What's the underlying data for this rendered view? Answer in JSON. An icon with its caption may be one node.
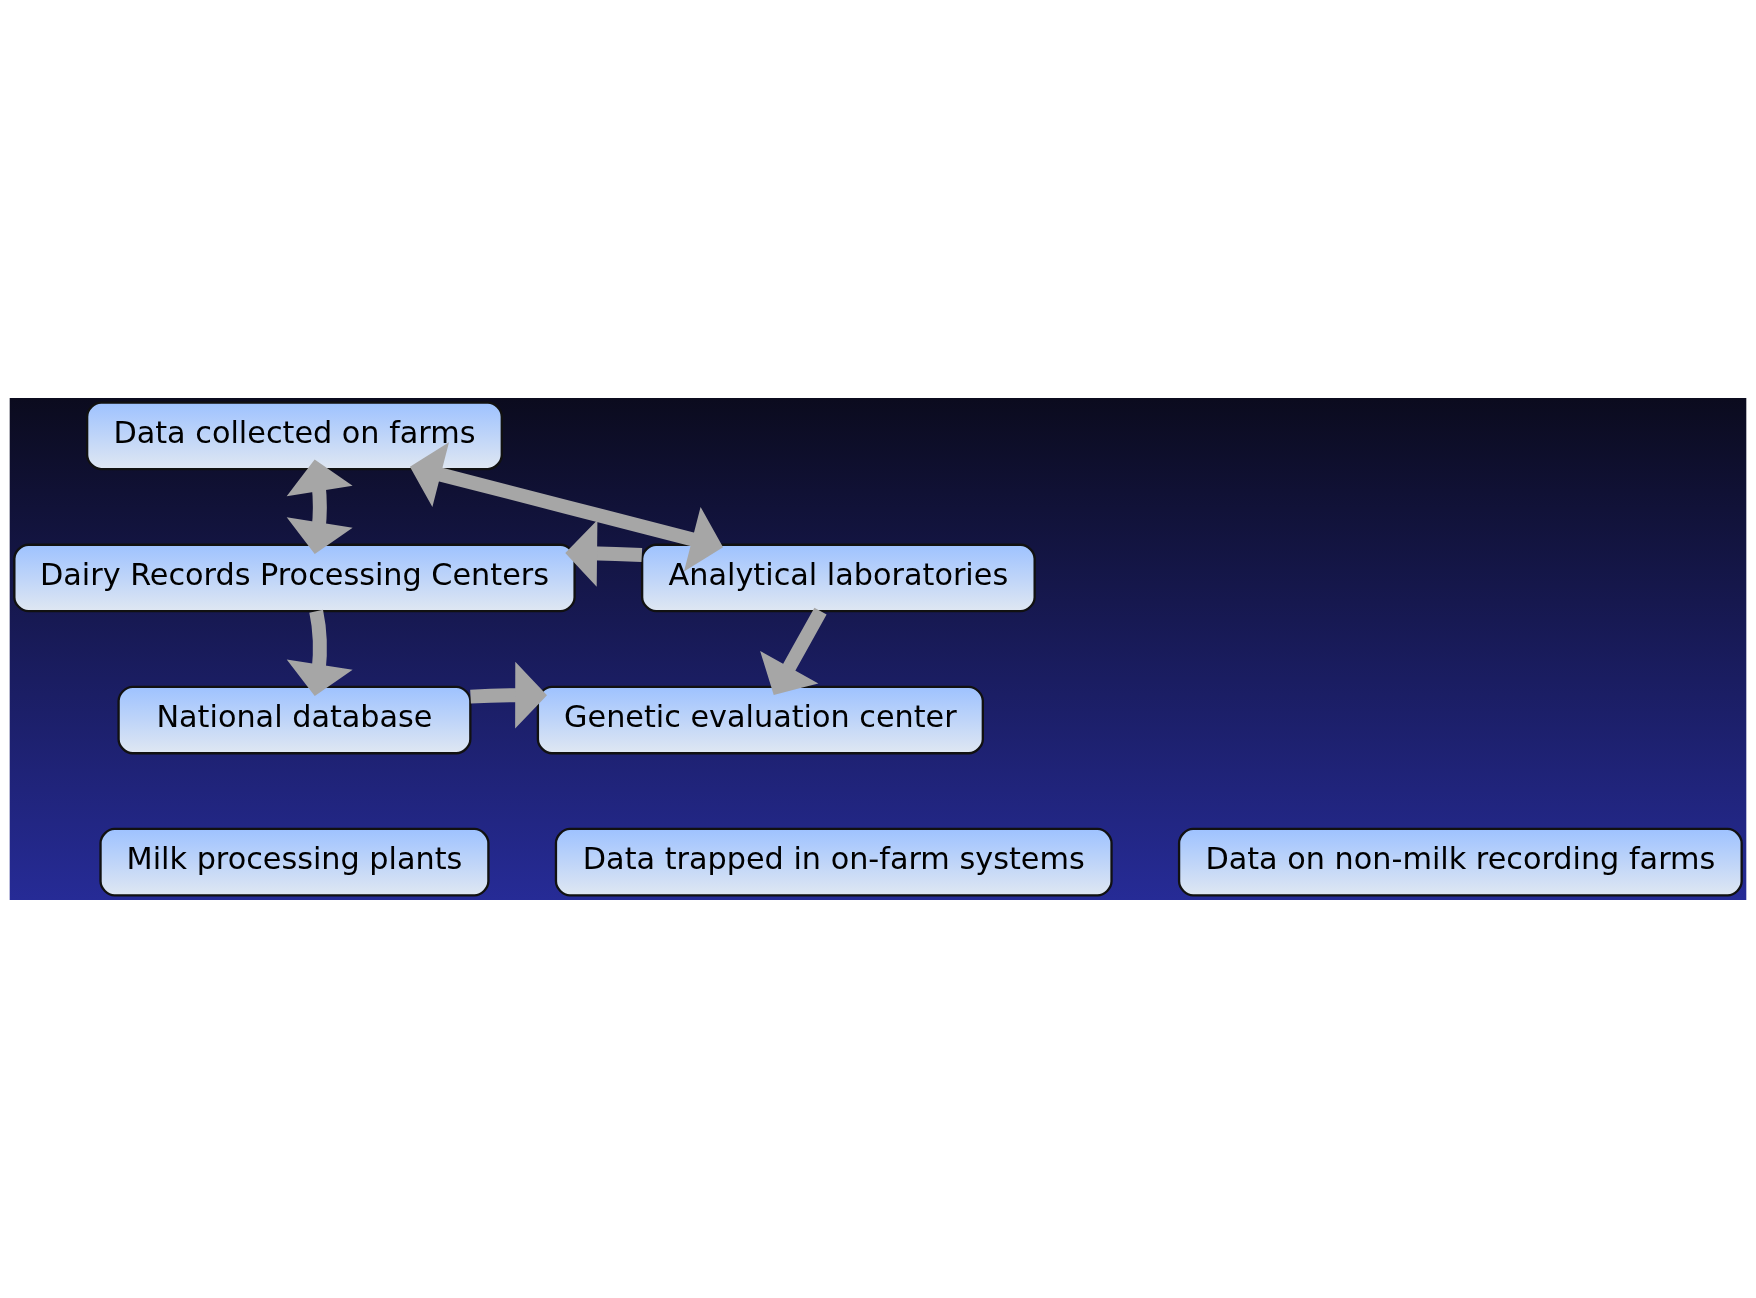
{
  "diagram": {
    "nodes": [
      {
        "text": [
          "Data collected on farms"
        ]
      },
      {
        "text": [
          "Dairy Records Processing Centers"
        ]
      },
      {
        "text": [
          "Analytical laboratories"
        ]
      },
      {
        "text": [
          "National database"
        ]
      },
      {
        "text": [
          "Genetic evaluation center"
        ]
      },
      {
        "text": [
          "Milk processing plants"
        ]
      },
      {
        "text": [
          "Data trapped in on-farm systems"
        ]
      },
      {
        "text": [
          "Data on non-milk recording farms"
        ]
      }
    ],
    "edges": [
      {
        "from": 0,
        "to": 1,
        "arrow": "both"
      },
      {
        "from": 0,
        "to": 2,
        "arrow": "both"
      },
      {
        "from": 2,
        "to": 1,
        "arrow": "to"
      },
      {
        "from": 1,
        "to": 3,
        "arrow": "to"
      },
      {
        "from": 2,
        "to": 4,
        "arrow": "to"
      },
      {
        "from": 3,
        "to": 4,
        "arrow": "to"
      }
    ]
  }
}
